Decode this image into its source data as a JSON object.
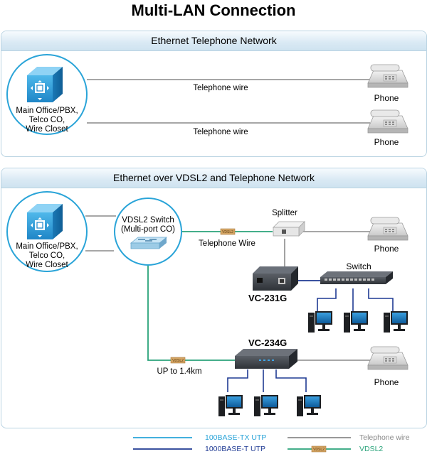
{
  "title": "Multi-LAN Connection",
  "panel1": {
    "header": "Ethernet Telephone Network",
    "office_label": [
      "Main Office/PBX,",
      "Telco CO,",
      "Wire Closet"
    ],
    "wire_label_1": "Telephone wire",
    "wire_label_2": "Telephone wire",
    "phone_label_1": "Phone",
    "phone_label_2": "Phone"
  },
  "panel2": {
    "header": "Ethernet over VDSL2 and Telephone Network",
    "office_label": [
      "Main Office/PBX,",
      "Telco CO,",
      "Wire Closet"
    ],
    "vdsl_switch_label": [
      "VDSL2 Switch",
      "(Multi-port CO)"
    ],
    "splitter_label": "Splitter",
    "telephone_wire_label": "Telephone Wire",
    "phone_label_1": "Phone",
    "phone_label_2": "Phone",
    "switch_label": "Switch",
    "model_1": "VC-231G",
    "model_2": "VC-234G",
    "distance_label": "UP to 1.4km",
    "vdsl_tag": "VDSL2"
  },
  "legend": {
    "items": [
      {
        "label": "100BASE-TX UTP",
        "color": "#2aa4d8"
      },
      {
        "label": "Telephone wire",
        "color": "#8a8a8a"
      },
      {
        "label": "1000BASE-T UTP",
        "color": "#1f3a93"
      },
      {
        "label": "VDSL2",
        "color": "#2aa37a"
      }
    ]
  },
  "colors": {
    "telephone_wire": "#8a8a8a",
    "vdsl2": "#2aa37a",
    "gigabit": "#1f3a93",
    "fast_ethernet": "#2aa4d8",
    "tag": "#d5a665"
  }
}
